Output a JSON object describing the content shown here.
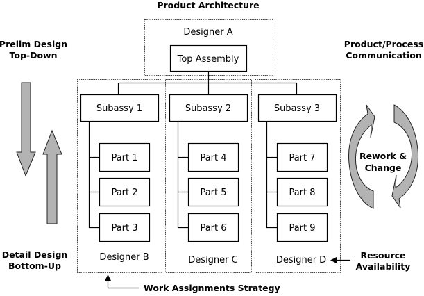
{
  "title": "Product Architecture",
  "left_labels": {
    "top": [
      "Prelim Design",
      "Top-Down"
    ],
    "bottom": [
      "Detail Design",
      "Bottom-Up"
    ]
  },
  "right_labels": {
    "top": [
      "Product/Process",
      "Communication"
    ],
    "cycle": [
      "Rework &",
      "Change"
    ],
    "bottom": [
      "Resource",
      "Availability"
    ]
  },
  "bottom_label": "Work Assignments Strategy",
  "top_group": {
    "designer": "Designer A",
    "node": "Top Assembly"
  },
  "groups": [
    {
      "designer": "Designer B",
      "subassy": "Subassy 1",
      "parts": [
        "Part 1",
        "Part 2",
        "Part 3"
      ]
    },
    {
      "designer": "Designer C",
      "subassy": "Subassy 2",
      "parts": [
        "Part 4",
        "Part 5",
        "Part 6"
      ]
    },
    {
      "designer": "Designer D",
      "subassy": "Subassy 3",
      "parts": [
        "Part 7",
        "Part 8",
        "Part 9"
      ]
    }
  ],
  "colors": {
    "arrow_fill": "#b3b3b3",
    "stroke": "#000000"
  }
}
